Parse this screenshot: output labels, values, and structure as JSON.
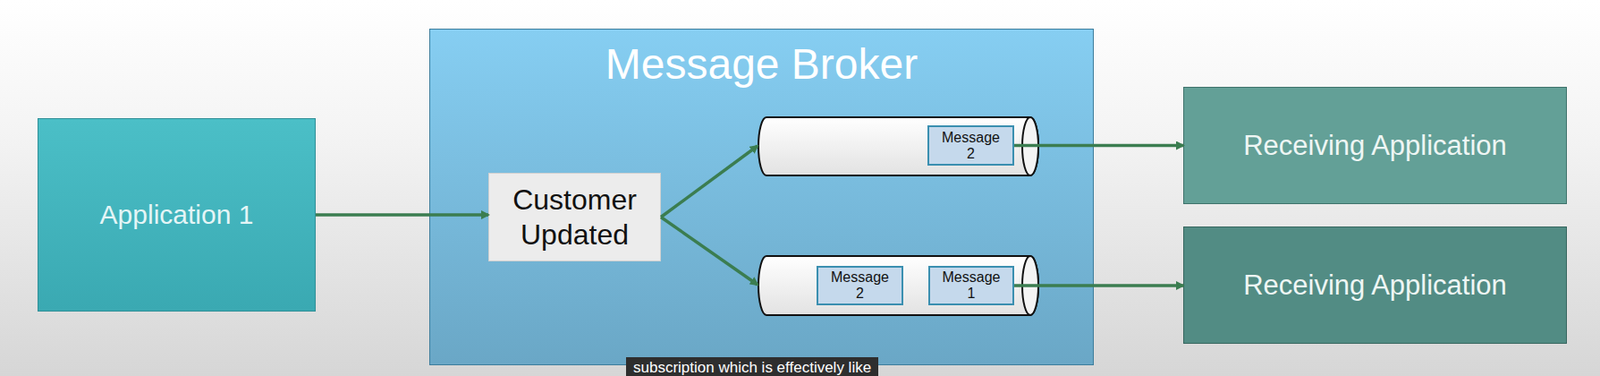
{
  "diagram": {
    "nodes": [
      {
        "text": [
          "Application 1"
        ]
      },
      {
        "text": [
          "Message Broker"
        ]
      },
      {
        "text": [
          "Customer Updated"
        ],
        "in": 1
      },
      {
        "text": [
          "Message 2"
        ],
        "in": 1
      },
      {
        "text": [
          "Message 2"
        ],
        "in": 1
      },
      {
        "text": [
          "Message 1"
        ],
        "in": 1
      },
      {
        "text": [
          "Receiving Application"
        ]
      },
      {
        "text": [
          "Receiving Application"
        ]
      }
    ],
    "edges": [
      {
        "from": 0,
        "to": 2,
        "arrow": "to"
      },
      {
        "from": 3,
        "to": 6,
        "arrow": "to"
      },
      {
        "from": 5,
        "to": 7,
        "arrow": "to"
      }
    ],
    "labels": [
      "subscription which is effectively like"
    ]
  }
}
